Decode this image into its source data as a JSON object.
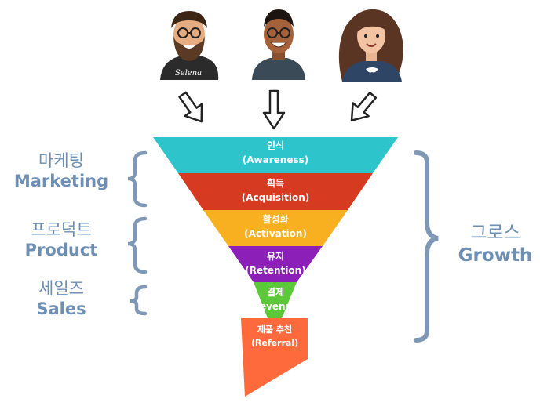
{
  "funnel": {
    "stages": [
      {
        "ko": "인식",
        "en": "(Awareness)",
        "color": "#2ec4cc"
      },
      {
        "ko": "획득",
        "en": "(Acquisition)",
        "color": "#d63b21"
      },
      {
        "ko": "활성화",
        "en": "(Activation)",
        "color": "#f8b021"
      },
      {
        "ko": "유지",
        "en": "(Retention)",
        "color": "#8b1fb8"
      },
      {
        "ko": "결제",
        "en": "(Revenue)",
        "color": "#5bc83a"
      },
      {
        "ko": "제품 추천",
        "en": "(Referral)",
        "color": "#ff6a3d"
      }
    ]
  },
  "left_groups": [
    {
      "ko": "마케팅",
      "en": "Marketing"
    },
    {
      "ko": "프로덕트",
      "en": "Product"
    },
    {
      "ko": "세일즈",
      "en": "Sales"
    }
  ],
  "right_group": {
    "ko": "그로스",
    "en": "Growth"
  },
  "personas": [
    "bearded-man-avatar",
    "glasses-man-avatar",
    "woman-avatar"
  ],
  "colors": {
    "label": "#6e8fb4",
    "brace": "#7f98b6",
    "arrow_stroke": "#222222"
  }
}
